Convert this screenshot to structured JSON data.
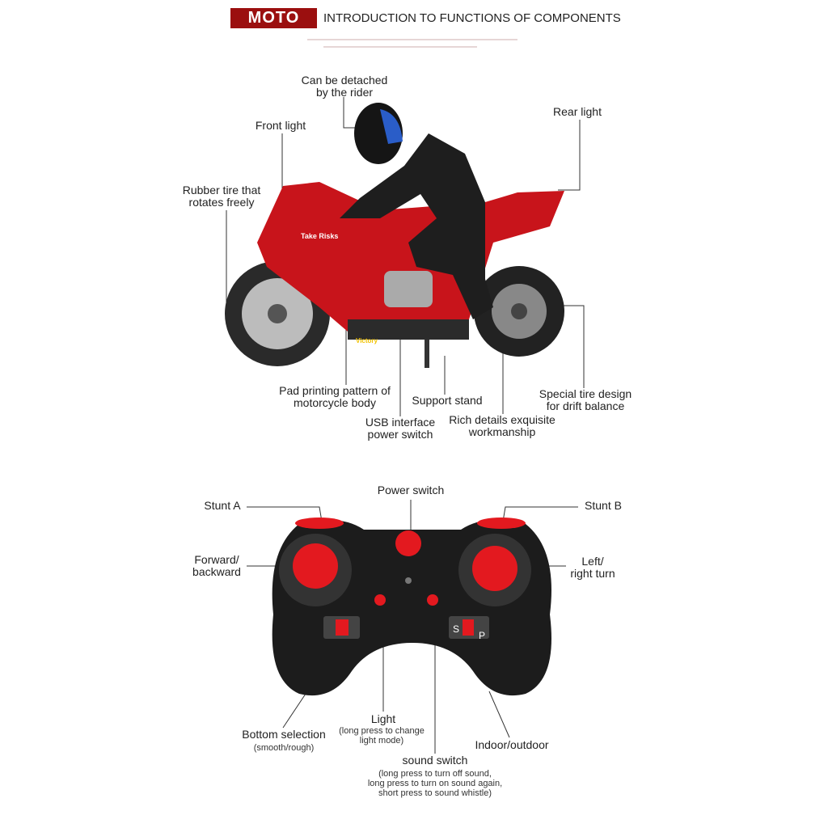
{
  "header": {
    "badge": "MOTO",
    "title": "INTRODUCTION TO FUNCTIONS OF COMPONENTS"
  },
  "motorcycle": {
    "labels": {
      "rider": [
        "Can be detached",
        "by the rider"
      ],
      "front_light": "Front light",
      "rear_light": "Rear light",
      "rubber_tire": [
        "Rubber tire that",
        "rotates freely"
      ],
      "pad_printing": [
        "Pad printing pattern of",
        "motorcycle body"
      ],
      "support_stand": "Support stand",
      "usb": [
        "USB interface",
        "power switch"
      ],
      "rich_details": [
        "Rich details exquisite",
        "workmanship"
      ],
      "special_tire": [
        "Special tire design",
        "for drift balance"
      ]
    },
    "decals": {
      "front": "Take Risks",
      "brand": "Victory"
    },
    "colors": {
      "body": "#c8141b",
      "tire": "#2a2a2a",
      "rider": "#1e1e1e"
    }
  },
  "controller": {
    "labels": {
      "power_switch": "Power switch",
      "stunt_a": "Stunt A",
      "stunt_b": "Stunt B",
      "forward": [
        "Forward/",
        "backward"
      ],
      "left_right": [
        "Left/",
        "right turn"
      ],
      "bottom_selection": "Bottom selection",
      "bottom_selection_sub": "(smooth/rough)",
      "light": "Light",
      "light_sub": [
        "(long press to change",
        "light mode)"
      ],
      "indoor_outdoor": "Indoor/outdoor",
      "sound_switch": "sound switch",
      "sound_sub": [
        "(long press to turn off sound,",
        "long press to turn on sound again,",
        "short press to sound whistle)"
      ]
    },
    "switch_letters": [
      "S",
      "P"
    ],
    "colors": {
      "body": "#1c1c1c",
      "accent": "#e3191f"
    }
  }
}
